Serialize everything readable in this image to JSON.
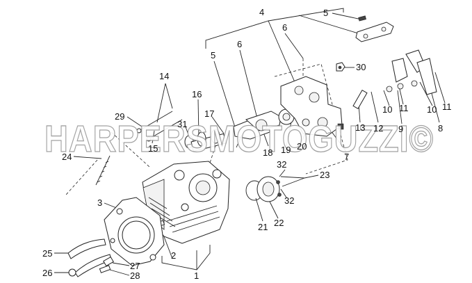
{
  "watermark": "HARPERSMOTOGUZZI©",
  "callouts": [
    "1",
    "2",
    "3",
    "4",
    "5",
    "5",
    "6",
    "6",
    "7",
    "8",
    "9",
    "10",
    "10",
    "11",
    "11",
    "12",
    "13",
    "14",
    "15",
    "16",
    "17",
    "18",
    "19",
    "20",
    "21",
    "22",
    "23",
    "24",
    "25",
    "26",
    "27",
    "28",
    "29",
    "30",
    "31",
    "32",
    "32"
  ]
}
